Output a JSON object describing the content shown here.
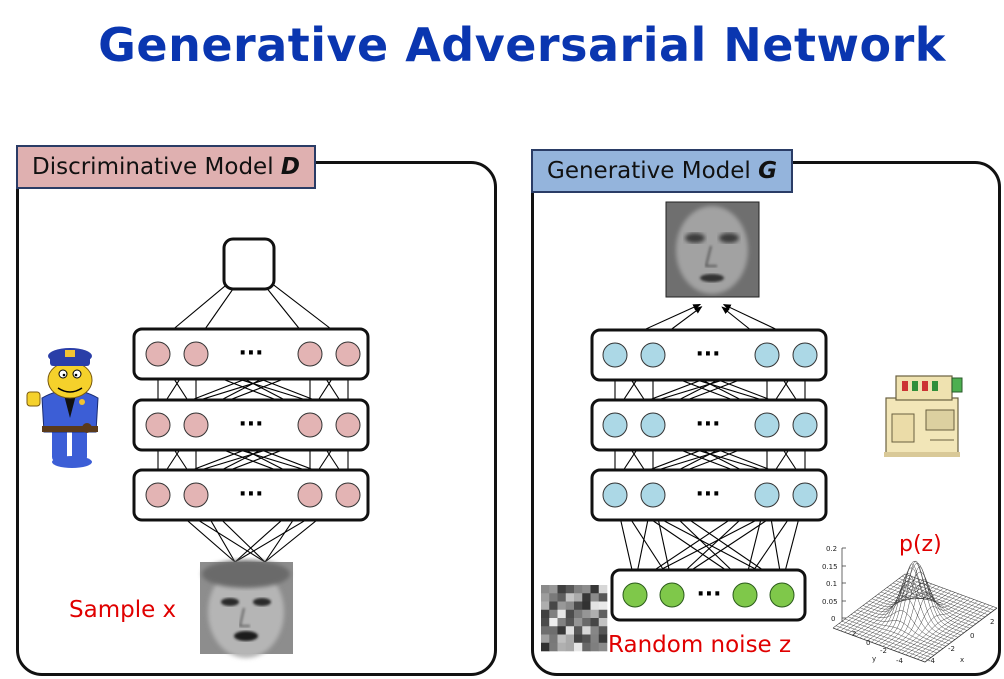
{
  "title": "Generative Adversarial Network",
  "discriminator": {
    "label_prefix": "Discriminative Model ",
    "label_symbol": "D",
    "sample_label": "Sample x",
    "ellipsis": "···",
    "colors": {
      "label_bg": "#dfb0b0",
      "node": "#e3b4b4",
      "output_node": "#b3a5cf"
    }
  },
  "generator": {
    "label_prefix": "Generative Model ",
    "label_symbol": "G",
    "noise_label": "Random noise z",
    "pz_label": "p(z)",
    "ellipsis": "···",
    "colors": {
      "label_bg": "#94b4dc",
      "node": "#acd8e6",
      "noise_node": "#7fc84a"
    }
  },
  "plot_ticks": {
    "z": [
      "0.2",
      "0.15",
      "0.1",
      "0.05",
      "0"
    ],
    "x": [
      "2",
      "0",
      "-2",
      "-4",
      "x"
    ],
    "y": [
      "2",
      "0",
      "-2",
      "-4",
      "y"
    ]
  },
  "colors": {
    "title": "#0a36b0",
    "accent_red": "#e00000"
  }
}
